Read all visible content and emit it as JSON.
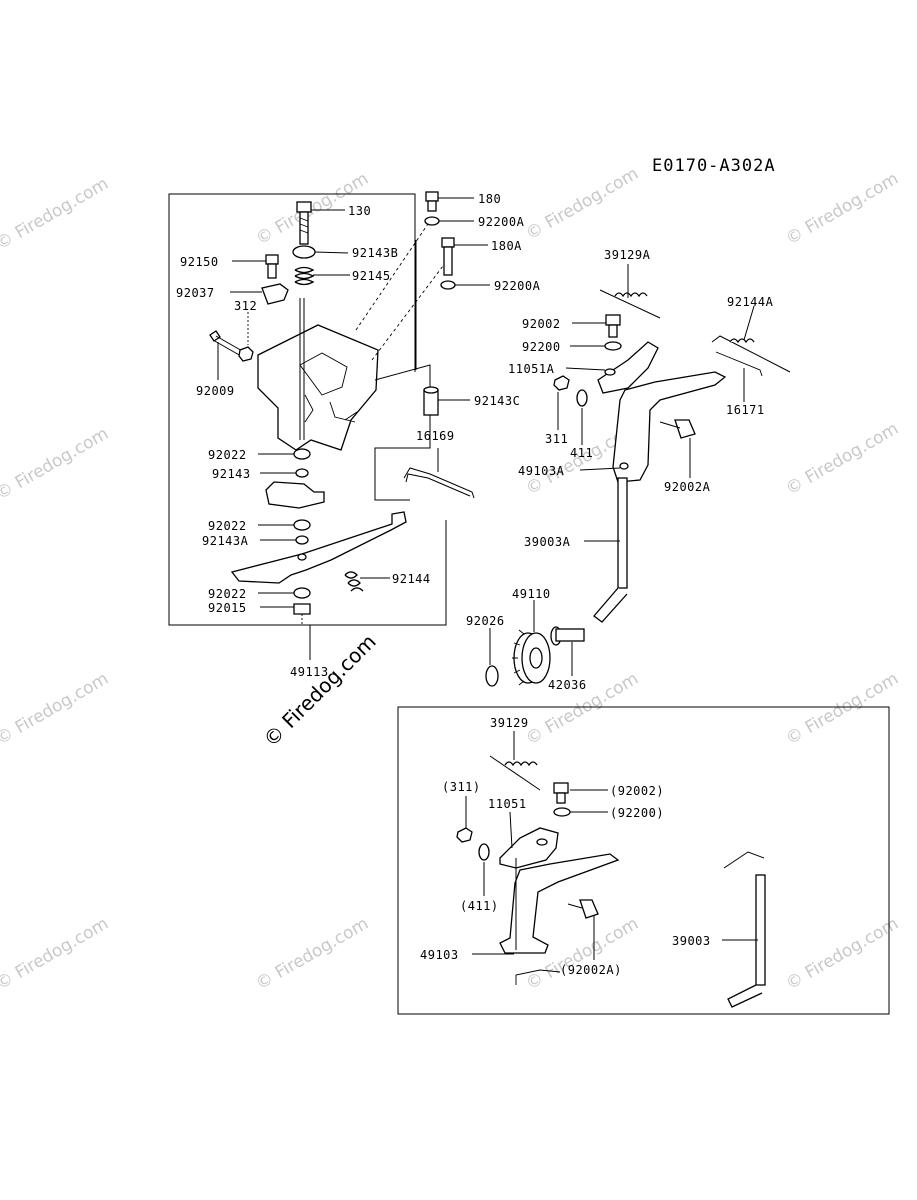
{
  "diagram_code": "E0170-A302A",
  "watermark": "© Firedog.com",
  "labels": {
    "p130": "130",
    "p180": "180",
    "p92200A_1": "92200A",
    "p180A": "180A",
    "p92200A_2": "92200A",
    "p92143B": "92143B",
    "p92145": "92145",
    "p92150": "92150",
    "p92037": "92037",
    "p312": "312",
    "p92009": "92009",
    "p92143C": "92143C",
    "p16169": "16169",
    "p92022_1": "92022",
    "p92143": "92143",
    "p92022_2": "92022",
    "p92143A": "92143A",
    "p92144": "92144",
    "p92022_3": "92022",
    "p92015": "92015",
    "p49113": "49113",
    "p39129A": "39129A",
    "p92144A": "92144A",
    "p92002": "92002",
    "p92200": "92200",
    "p11051A": "11051A",
    "p311": "311",
    "p411": "411",
    "p16171": "16171",
    "p49103A": "49103A",
    "p92002A": "92002A",
    "p39003A": "39003A",
    "p49110": "49110",
    "p92026": "92026",
    "p42036": "42036",
    "p39129": "39129",
    "p311b": "(311)",
    "p92002b": "(92002)",
    "p11051": "11051",
    "p92200b": "(92200)",
    "p411b": "(411)",
    "p39003": "39003",
    "p49103": "49103",
    "p92002Ab": "(92002A)"
  }
}
